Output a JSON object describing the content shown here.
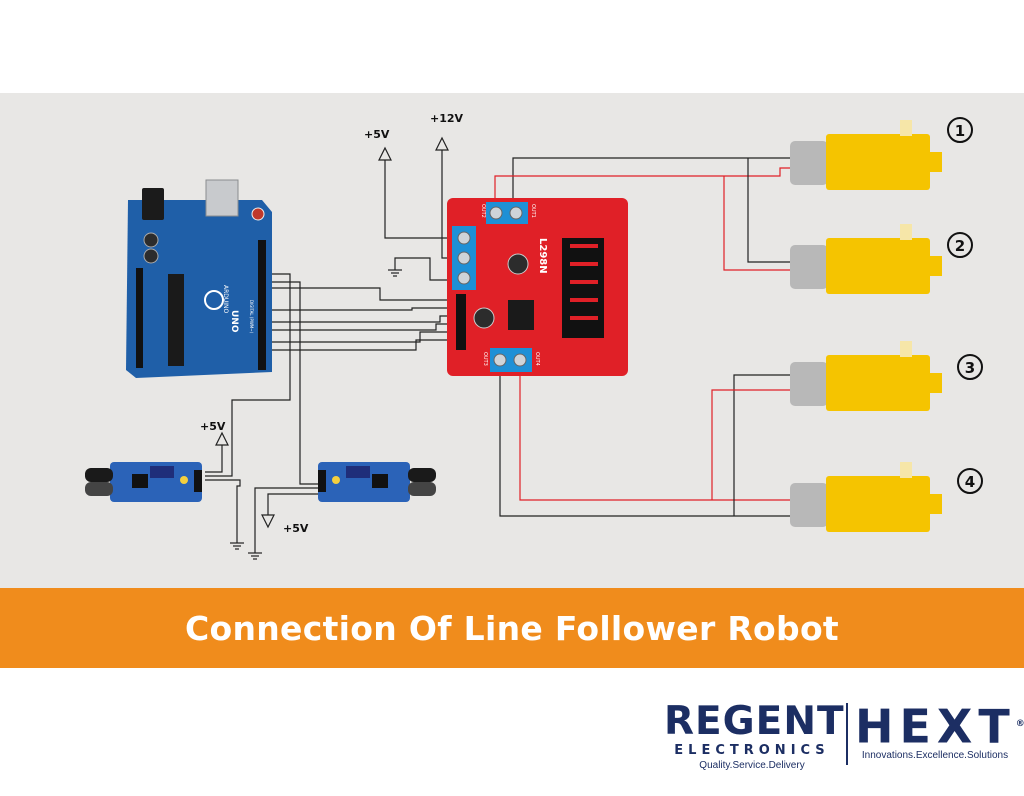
{
  "diagram": {
    "supply_labels": {
      "plus5v_top": "+5V",
      "plus12v": "+12V",
      "plus5v_sensor_left": "+5V",
      "plus5v_sensor_right": "+5V"
    },
    "driver_chip_label": "L298N",
    "driver_terminal_labels": {
      "out2": "OUT2",
      "out1": "OUT1",
      "out3": "OUT3",
      "out4": "OUT4"
    },
    "arduino_labels": {
      "brand": "ARDUINO",
      "model": "UNO",
      "digital": "DIGITAL (PWM~)"
    },
    "motor_numbers": [
      "1",
      "2",
      "3",
      "4"
    ],
    "colors": {
      "background_panel": "#e8e7e5",
      "arduino_blue": "#1f5fa8",
      "driver_red": "#e02027",
      "motor_yellow": "#f5c400",
      "sensor_blue": "#2b63b8",
      "wire_black": "#222222",
      "wire_red": "#e02027",
      "banner_orange": "#f08c1c"
    }
  },
  "banner": {
    "title": "Connection Of Line Follower Robot"
  },
  "footer": {
    "regent": {
      "name": "REGENT",
      "sub": "ELECTRONICS",
      "tagline": "Quality.Service.Delivery"
    },
    "hext": {
      "name": "HEXT",
      "mark": "®",
      "tagline": "Innovations.Excellence.Solutions"
    }
  }
}
